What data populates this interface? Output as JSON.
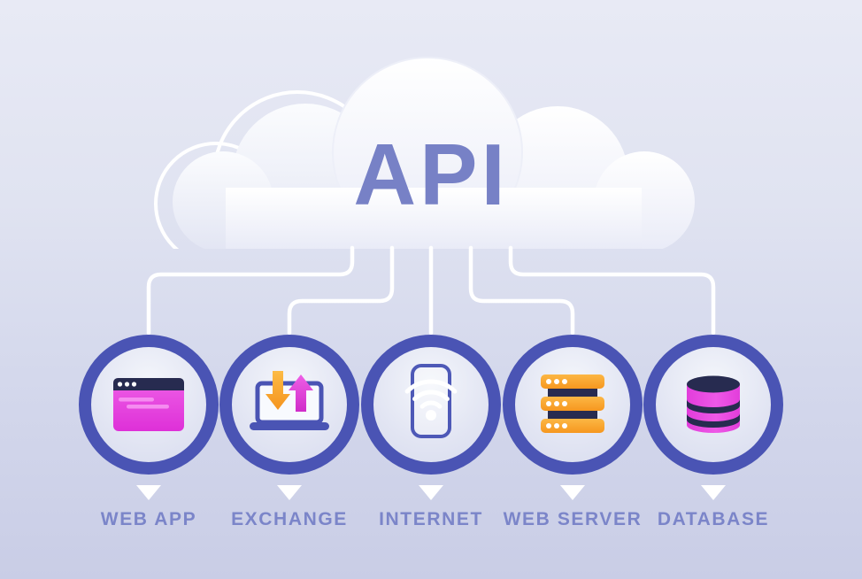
{
  "diagram": {
    "title": "API",
    "nodes": [
      {
        "label": "WEB APP",
        "icon": "browser-window-icon"
      },
      {
        "label": "EXCHANGE",
        "icon": "upload-download-laptop-icon"
      },
      {
        "label": "INTERNET",
        "icon": "smartphone-wifi-icon"
      },
      {
        "label": "WEB SERVER",
        "icon": "server-rack-icon"
      },
      {
        "label": "DATABASE",
        "icon": "database-cylinder-icon"
      }
    ],
    "colors": {
      "background_top": "#e8eaf5",
      "background_bottom": "#c9cde6",
      "cloud_fill": "#ffffff",
      "title_text": "#7781c6",
      "node_ring": "#4a54b4",
      "node_inner_fill": "#e2e5f3",
      "label_text": "#7b85c9",
      "connector_line": "#ffffff",
      "accent_magenta": "#e23ddb",
      "accent_orange": "#f9a72b",
      "accent_navy": "#272b50"
    }
  }
}
